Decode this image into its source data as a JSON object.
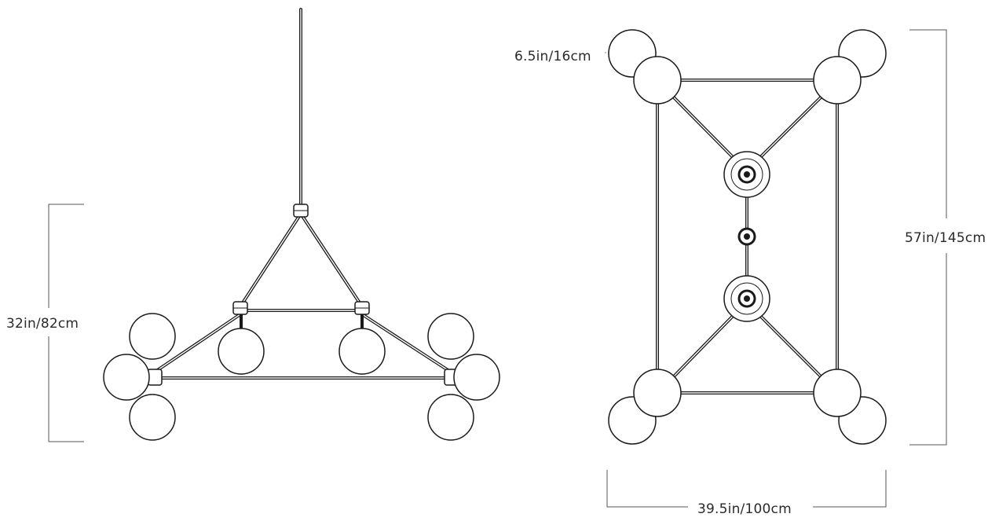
{
  "dimensions": {
    "height_side": "32in/82cm",
    "globe_diameter": "6.5in/16cm",
    "length": "57in/145cm",
    "width": "39.5in/100cm"
  }
}
